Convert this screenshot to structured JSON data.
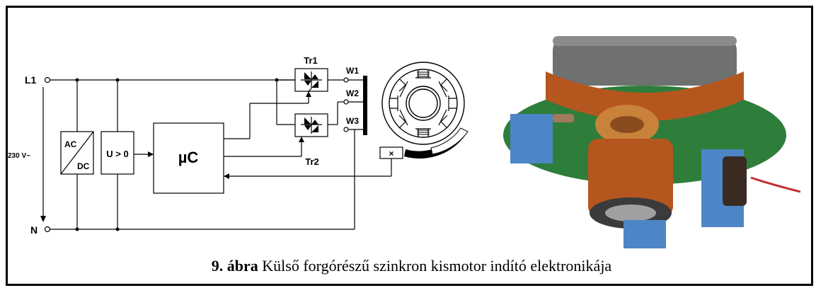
{
  "labels": {
    "l1": "L1",
    "n": "N",
    "voltage": "230 V~",
    "ac": "AC",
    "dc": "DC",
    "threshold": "U > 0",
    "mcu": "µC",
    "tr1": "Tr1",
    "tr2": "Tr2",
    "w1": "W1",
    "w2": "W2",
    "w3": "W3",
    "sensor": "×"
  },
  "caption": {
    "number": "9. ábra",
    "text": "Külső forgórészű szinkron kismotor indító elektronikája"
  },
  "colors": {
    "line": "#000000",
    "pcb": "#2e7d3a",
    "copper": "#b5561e",
    "steel": "#6f7070",
    "capacitor": "#4d86c6"
  }
}
